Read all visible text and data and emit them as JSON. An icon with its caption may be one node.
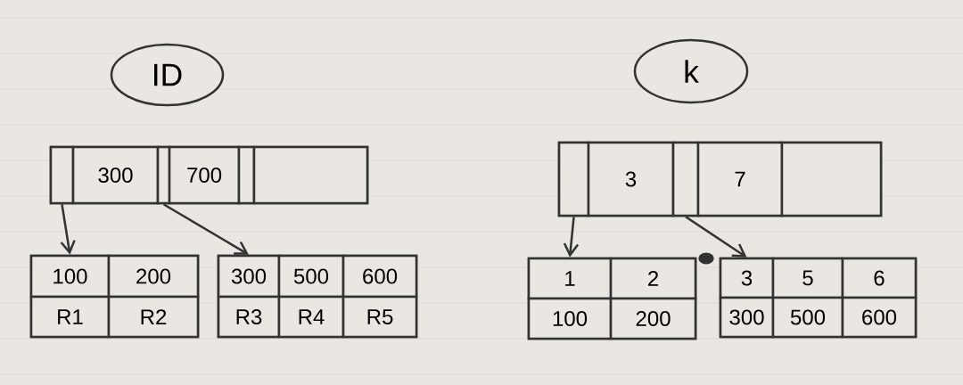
{
  "diagram": {
    "nodes": [
      {
        "text": [
          "ID"
        ]
      },
      {
        "text": [],
        "shape": "box"
      },
      {
        "text": [],
        "shape": "box",
        "in": 1
      },
      {
        "text": [
          "300"
        ],
        "in": 1
      },
      {
        "text": [],
        "shape": "box",
        "in": 1
      },
      {
        "text": [
          "700"
        ],
        "in": 1
      },
      {
        "text": [],
        "shape": "box",
        "in": 1
      },
      {
        "text": [],
        "shape": "box",
        "in": 1
      },
      {
        "text": [],
        "shape": "box"
      },
      {
        "text": [
          "100"
        ],
        "in": 8
      },
      {
        "text": [
          "200"
        ],
        "in": 8
      },
      {
        "text": [
          "R1"
        ],
        "in": 8
      },
      {
        "text": [
          "R2"
        ],
        "in": 8
      },
      {
        "text": [],
        "shape": "box"
      },
      {
        "text": [
          "300"
        ],
        "in": 13
      },
      {
        "text": [
          "500"
        ],
        "in": 13
      },
      {
        "text": [
          "600"
        ],
        "in": 13
      },
      {
        "text": [
          "R3"
        ],
        "in": 13
      },
      {
        "text": [
          "R4"
        ],
        "in": 13
      },
      {
        "text": [
          "R5"
        ],
        "in": 13
      },
      {
        "text": [
          "k"
        ]
      },
      {
        "text": [],
        "shape": "box"
      },
      {
        "text": [],
        "shape": "box",
        "in": 21
      },
      {
        "text": [
          "3"
        ],
        "in": 21
      },
      {
        "text": [],
        "shape": "box",
        "in": 21
      },
      {
        "text": [
          "7"
        ],
        "in": 21
      },
      {
        "text": [],
        "shape": "box",
        "in": 21
      },
      {
        "text": [],
        "shape": "box"
      },
      {
        "text": [
          "1"
        ],
        "in": 27
      },
      {
        "text": [
          "2"
        ],
        "in": 27
      },
      {
        "text": [
          "100"
        ],
        "in": 27
      },
      {
        "text": [
          "200"
        ],
        "in": 27
      },
      {
        "text": [],
        "shape": "box"
      },
      {
        "text": [
          "3"
        ],
        "in": 32
      },
      {
        "text": [
          "5"
        ],
        "in": 32
      },
      {
        "text": [
          "6"
        ],
        "in": 32
      },
      {
        "text": [
          "300"
        ],
        "in": 32
      },
      {
        "text": [
          "500"
        ],
        "in": 32
      },
      {
        "text": [
          "600"
        ],
        "in": 32
      }
    ],
    "edges": [
      {
        "from": 2,
        "to": 8,
        "arrow": "to"
      },
      {
        "from": 4,
        "to": 13,
        "arrow": "to"
      },
      {
        "from": 22,
        "to": 27,
        "arrow": "to"
      },
      {
        "from": 24,
        "to": 32,
        "arrow": "to"
      }
    ]
  }
}
